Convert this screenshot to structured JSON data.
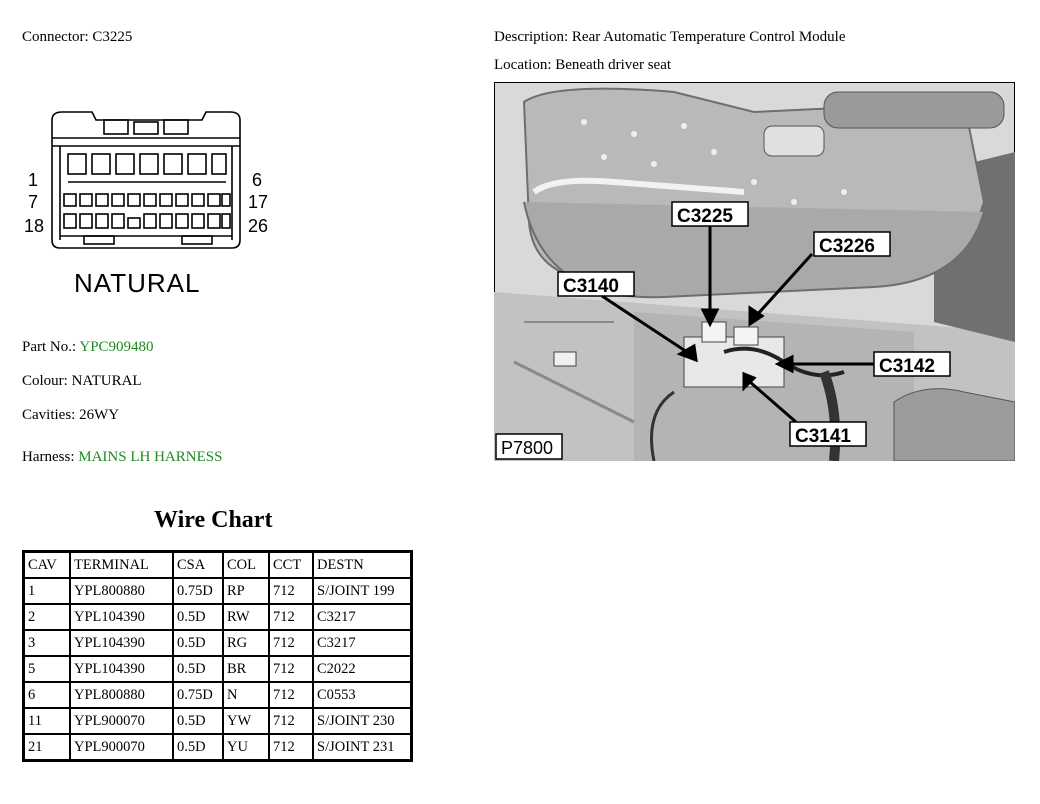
{
  "header": {
    "connector_label": "Connector:",
    "connector_value": "C3225",
    "description_label": "Description:",
    "description_value": "Rear Automatic Temperature Control Module",
    "location_label": "Location:",
    "location_value": "Beneath driver seat"
  },
  "connector_diagram": {
    "pin_labels": [
      "1",
      "7",
      "18",
      "6",
      "17",
      "26"
    ],
    "colour_text": "NATURAL"
  },
  "details": {
    "part_no_label": "Part No.:",
    "part_no_value": "YPC909480",
    "colour_label": "Colour:",
    "colour_value": "NATURAL",
    "cavities_label": "Cavities:",
    "cavities_value": "26WY",
    "harness_label": "Harness:",
    "harness_value": "MAINS LH HARNESS",
    "link_color": "#1f8a1f"
  },
  "location_photo": {
    "callouts": [
      "C3225",
      "C3226",
      "C3140",
      "C3142",
      "C3141"
    ],
    "figure_id": "P7800"
  },
  "wire_chart": {
    "title": "Wire Chart",
    "columns": [
      "CAV",
      "TERMINAL",
      "CSA",
      "COL",
      "CCT",
      "DESTN"
    ],
    "rows": [
      [
        "1",
        "YPL800880",
        "0.75D",
        "RP",
        "712",
        "S/JOINT 199"
      ],
      [
        "2",
        "YPL104390",
        "0.5D",
        "RW",
        "712",
        "C3217"
      ],
      [
        "3",
        "YPL104390",
        "0.5D",
        "RG",
        "712",
        "C3217"
      ],
      [
        "5",
        "YPL104390",
        "0.5D",
        "BR",
        "712",
        "C2022"
      ],
      [
        "6",
        "YPL800880",
        "0.75D",
        "N",
        "712",
        "C0553"
      ],
      [
        "11",
        "YPL900070",
        "0.5D",
        "YW",
        "712",
        "S/JOINT 230"
      ],
      [
        "21",
        "YPL900070",
        "0.5D",
        "YU",
        "712",
        "S/JOINT 231"
      ]
    ]
  }
}
